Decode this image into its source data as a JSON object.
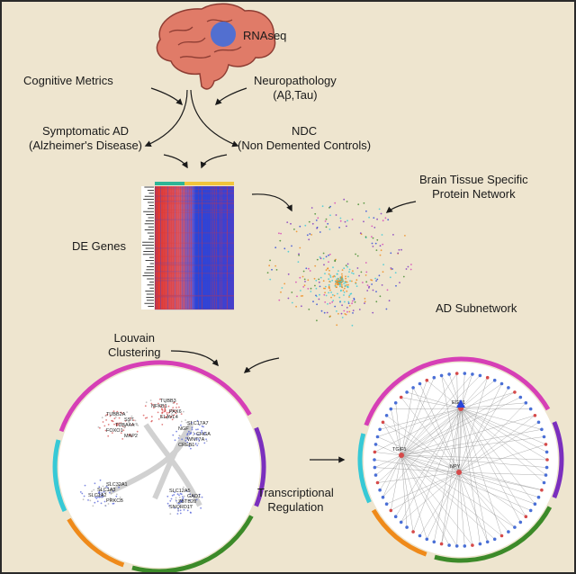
{
  "labels": {
    "rnaseq": "RNAseq",
    "cognitive": "Cognitive Metrics",
    "neuropathology": "Neuropathology",
    "neuropathology_sub": "(Aβ,Tau)",
    "symptomatic_ad": "Symptomatic AD",
    "symptomatic_ad_sub": "(Alzheimer's Disease)",
    "ndc": "NDC",
    "ndc_sub": "(Non Demented Controls)",
    "brain_tissue": "Brain Tissue Specific",
    "brain_tissue_sub": "Protein Network",
    "de_genes": "DE Genes",
    "ad_subnetwork": "AD Subnetwork",
    "louvain": "Louvain",
    "louvain_sub": "Clustering",
    "transcriptional": "Transcriptional",
    "transcriptional_sub": "Regulation"
  },
  "gene_labels_left": [
    "TUBB2A",
    "SLC17A7",
    "SLC32A1",
    "SLC12A5",
    "TUBB3",
    "SST",
    "NGF",
    "SLC1A3",
    "GAD1",
    "NFKB1",
    "TUBA4A",
    "CHGA",
    "SLC1A2",
    "ZBTB20",
    "PAX6",
    "FOXO1",
    "WNT7A",
    "PRKCB",
    "SNORD17",
    "ELAVL4",
    "MAP2",
    "CREB1"
  ],
  "gene_labels_right": [
    "EGR1",
    "TGIF1",
    "NPY"
  ],
  "colors": {
    "background": "#eee5cf",
    "border": "#2a2a2a",
    "brain": "#e07b68",
    "brain_outline": "#8e3d33",
    "highlight": "#4a6fd6",
    "heatmap_red": "#e0342b",
    "heatmap_blue": "#2a45d8",
    "arc_magenta": "#d63fb6",
    "arc_cyan": "#37c9d6",
    "arc_purple": "#7b2fbe",
    "arc_green": "#3c8a29",
    "arc_orange": "#ef8a1a",
    "heat_header_teal": "#2db596",
    "heat_header_yellow": "#f2c43a"
  },
  "arcs_left": [
    "magenta",
    "cyan",
    "purple",
    "green",
    "orange"
  ],
  "arcs_right": [
    "magenta",
    "cyan",
    "purple",
    "green",
    "orange"
  ]
}
